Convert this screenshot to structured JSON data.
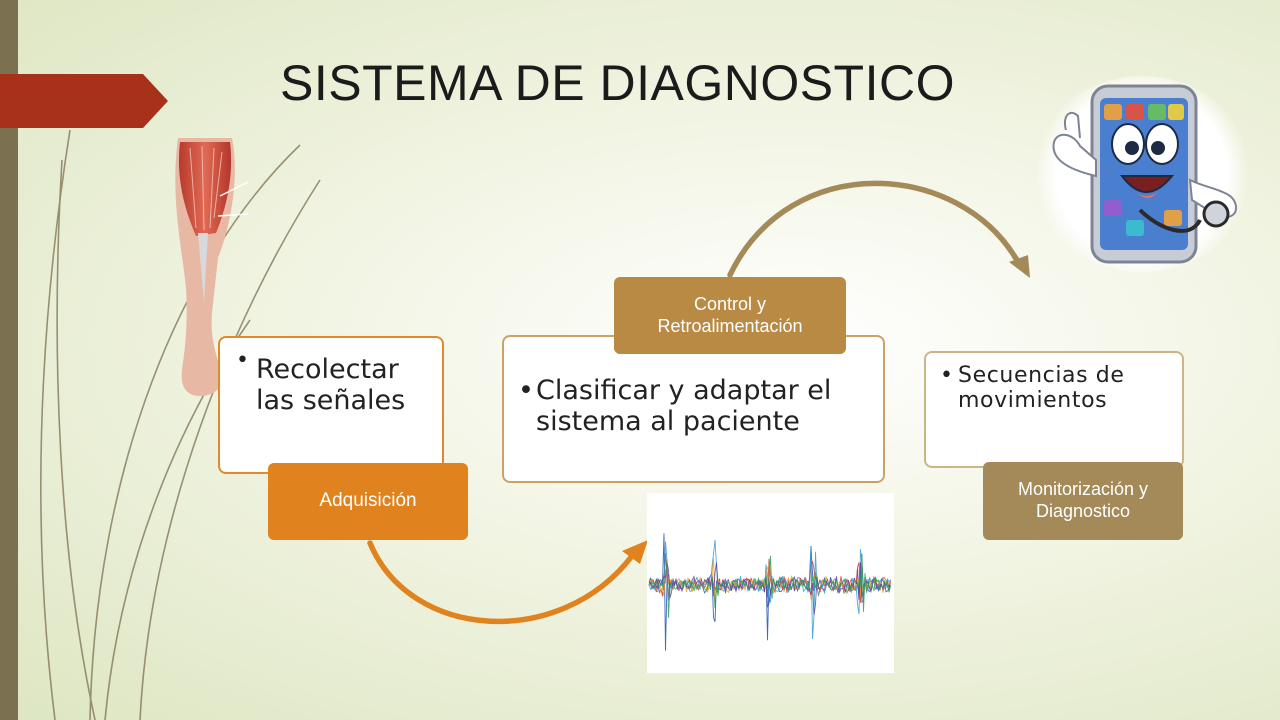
{
  "title": "SISTEMA DE DIAGNOSTICO",
  "steps": [
    {
      "label": "Adquisición",
      "bullets": [
        "Recolectar las señales"
      ]
    },
    {
      "label": "Control y Retroalimentación",
      "bullets": [
        "Clasificar y adaptar el sistema al paciente"
      ]
    },
    {
      "label": "Monitorización y Diagnostico",
      "bullets": [
        "Secuencias de movimientos"
      ]
    }
  ],
  "colors": {
    "accent_orange": "#e0821d",
    "accent_tan": "#b98a44",
    "accent_brown": "#a48a58",
    "sidebar": "#7b7150",
    "title_tab": "#a8311a"
  },
  "images": {
    "leg": "leg-muscle-anatomy-illustration",
    "signal": "emg-signal-plot",
    "phone": "cartoon-smartphone-doctor-with-stethoscope"
  }
}
